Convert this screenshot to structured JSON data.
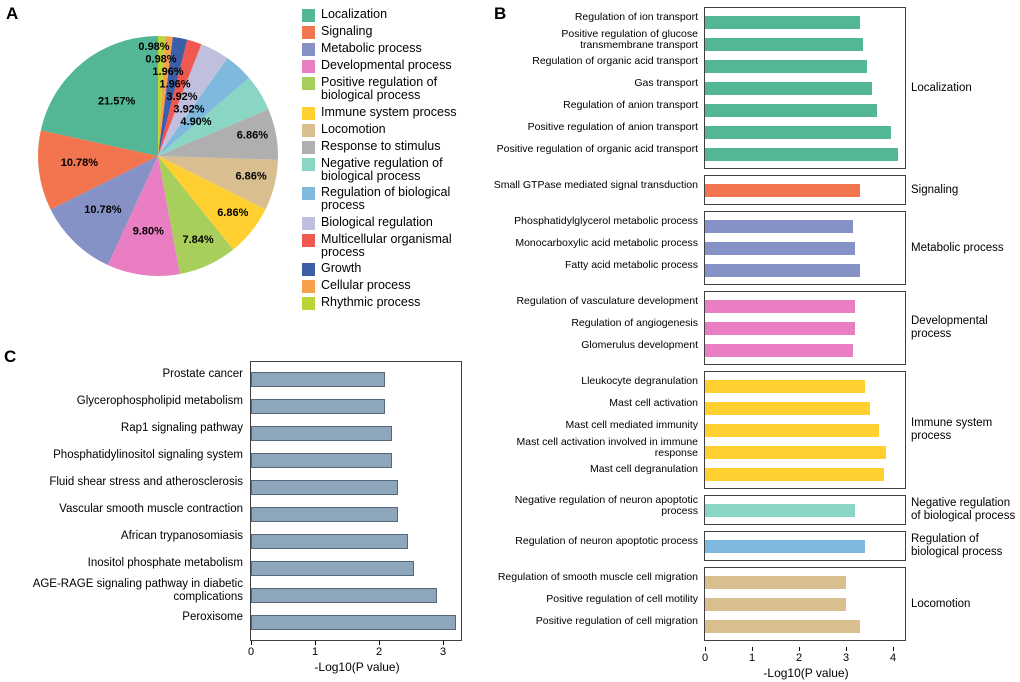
{
  "panels": {
    "a": {
      "label": "A"
    },
    "b": {
      "label": "B"
    },
    "c": {
      "label": "C"
    }
  },
  "chart_data": [
    {
      "panel": "A",
      "type": "pie",
      "legend_position": "right",
      "slices": [
        {
          "category": "Localization",
          "value": 21.57,
          "label": "21.57%",
          "color": "#53B695"
        },
        {
          "category": "Signaling",
          "value": 10.78,
          "label": "10.78%",
          "color": "#F3754F"
        },
        {
          "category": "Metabolic process",
          "value": 10.78,
          "label": "10.78%",
          "color": "#8691C6"
        },
        {
          "category": "Developmental process",
          "value": 9.8,
          "label": "9.80%",
          "color": "#EA7EC2"
        },
        {
          "category": "Positive regulation of biological process",
          "value": 7.84,
          "label": "7.84%",
          "color": "#A8CE5B"
        },
        {
          "category": "Immune system process",
          "value": 6.86,
          "label": "6.86%",
          "color": "#FFD02F"
        },
        {
          "category": "Locomotion",
          "value": 6.86,
          "label": "6.86%",
          "color": "#D9BE8F"
        },
        {
          "category": "Response to stimulus",
          "value": 6.86,
          "label": "6.86%",
          "color": "#AFAFAF"
        },
        {
          "category": "Negative regulation of biological process",
          "value": 4.9,
          "label": "4.90%",
          "color": "#8AD6C4"
        },
        {
          "category": "Regulation of biological process",
          "value": 3.92,
          "label": "3.92%",
          "color": "#7FB9DD"
        },
        {
          "category": "Biological regulation",
          "value": 3.92,
          "label": "3.92%",
          "color": "#C0C0DE"
        },
        {
          "category": "Multicellular organismal process",
          "value": 1.96,
          "label": "1.96%",
          "color": "#F05850"
        },
        {
          "category": "Growth",
          "value": 1.96,
          "label": "1.96%",
          "color": "#3D5FA8"
        },
        {
          "category": "Cellular process",
          "value": 0.98,
          "label": "0.98%",
          "color": "#F6A04B"
        },
        {
          "category": "Rhythmic process",
          "value": 0.98,
          "label": "0.98%",
          "color": "#BCD435"
        }
      ]
    },
    {
      "panel": "B",
      "type": "bar",
      "orientation": "horizontal",
      "xlabel": "-Log10(P value)",
      "xlim": [
        0,
        4.25
      ],
      "xticks": [
        0,
        1,
        2,
        3,
        4
      ],
      "groups": [
        {
          "name": "Localization",
          "color": "#53B695",
          "bars": [
            {
              "term": "Regulation of ion transport",
              "value": 3.3
            },
            {
              "term": "Positive regulation of glucose transmembrane transport",
              "value": 3.35
            },
            {
              "term": "Regulation of organic acid transport",
              "value": 3.45
            },
            {
              "term": "Gas transport",
              "value": 3.55
            },
            {
              "term": "Regulation of anion transport",
              "value": 3.65
            },
            {
              "term": "Positive regulation of anion transport",
              "value": 3.95
            },
            {
              "term": "Positive regulation of organic acid transport",
              "value": 4.1
            }
          ]
        },
        {
          "name": "Signaling",
          "color": "#F3754F",
          "bars": [
            {
              "term": "Small GTPase mediated signal transduction",
              "value": 3.3
            }
          ]
        },
        {
          "name": "Metabolic process",
          "color": "#8691C6",
          "bars": [
            {
              "term": "Phosphatidylglycerol metabolic process",
              "value": 3.15
            },
            {
              "term": "Monocarboxylic acid metabolic process",
              "value": 3.2
            },
            {
              "term": "Fatty acid metabolic process",
              "value": 3.3
            }
          ]
        },
        {
          "name": "Developmental process",
          "color": "#EA7EC2",
          "bars": [
            {
              "term": "Regulation of vasculature development",
              "value": 3.2
            },
            {
              "term": "Regulation of angiogenesis",
              "value": 3.2
            },
            {
              "term": "Glomerulus development",
              "value": 3.15
            }
          ]
        },
        {
          "name": "Immune system process",
          "color": "#FFD02F",
          "bars": [
            {
              "term": "Lleukocyte degranulation",
              "value": 3.4
            },
            {
              "term": "Mast cell activation",
              "value": 3.5
            },
            {
              "term": "Mast cell mediated immunity",
              "value": 3.7
            },
            {
              "term": "Mast cell activation involved in immune response",
              "value": 3.85
            },
            {
              "term": "Mast cell degranulation",
              "value": 3.8
            }
          ]
        },
        {
          "name": "Negative regulation of biological process",
          "color": "#8AD6C4",
          "bars": [
            {
              "term": "Negative regulation of neuron apoptotic process",
              "value": 3.2
            }
          ]
        },
        {
          "name": "Regulation of biological process",
          "color": "#7FB9DD",
          "bars": [
            {
              "term": "Regulation of neuron apoptotic process",
              "value": 3.4
            }
          ]
        },
        {
          "name": "Locomotion",
          "color": "#D9BE8F",
          "bars": [
            {
              "term": "Regulation of smooth muscle cell migration",
              "value": 3.0
            },
            {
              "term": "Positive regulation of cell motility",
              "value": 3.0
            },
            {
              "term": "Positive regulation of cell migration",
              "value": 3.3
            }
          ]
        }
      ]
    },
    {
      "panel": "C",
      "type": "bar",
      "orientation": "horizontal",
      "xlabel": "-Log10(P value)",
      "xlim": [
        0,
        3.3
      ],
      "xticks": [
        0,
        1,
        2,
        3
      ],
      "color": "#8EA6BC",
      "categories": [
        "Prostate cancer",
        "Glycerophospholipid metabolism",
        "Rap1 signaling pathway",
        "Phosphatidylinositol signaling system",
        "Fluid shear stress and atherosclerosis",
        "Vascular smooth muscle contraction",
        "African trypanosomiasis",
        "Inositol phosphate metabolism",
        "AGE-RAGE signaling pathway in diabetic complications",
        "Peroxisome"
      ],
      "values": [
        2.1,
        2.1,
        2.2,
        2.2,
        2.3,
        2.3,
        2.45,
        2.55,
        2.9,
        3.2
      ]
    }
  ]
}
